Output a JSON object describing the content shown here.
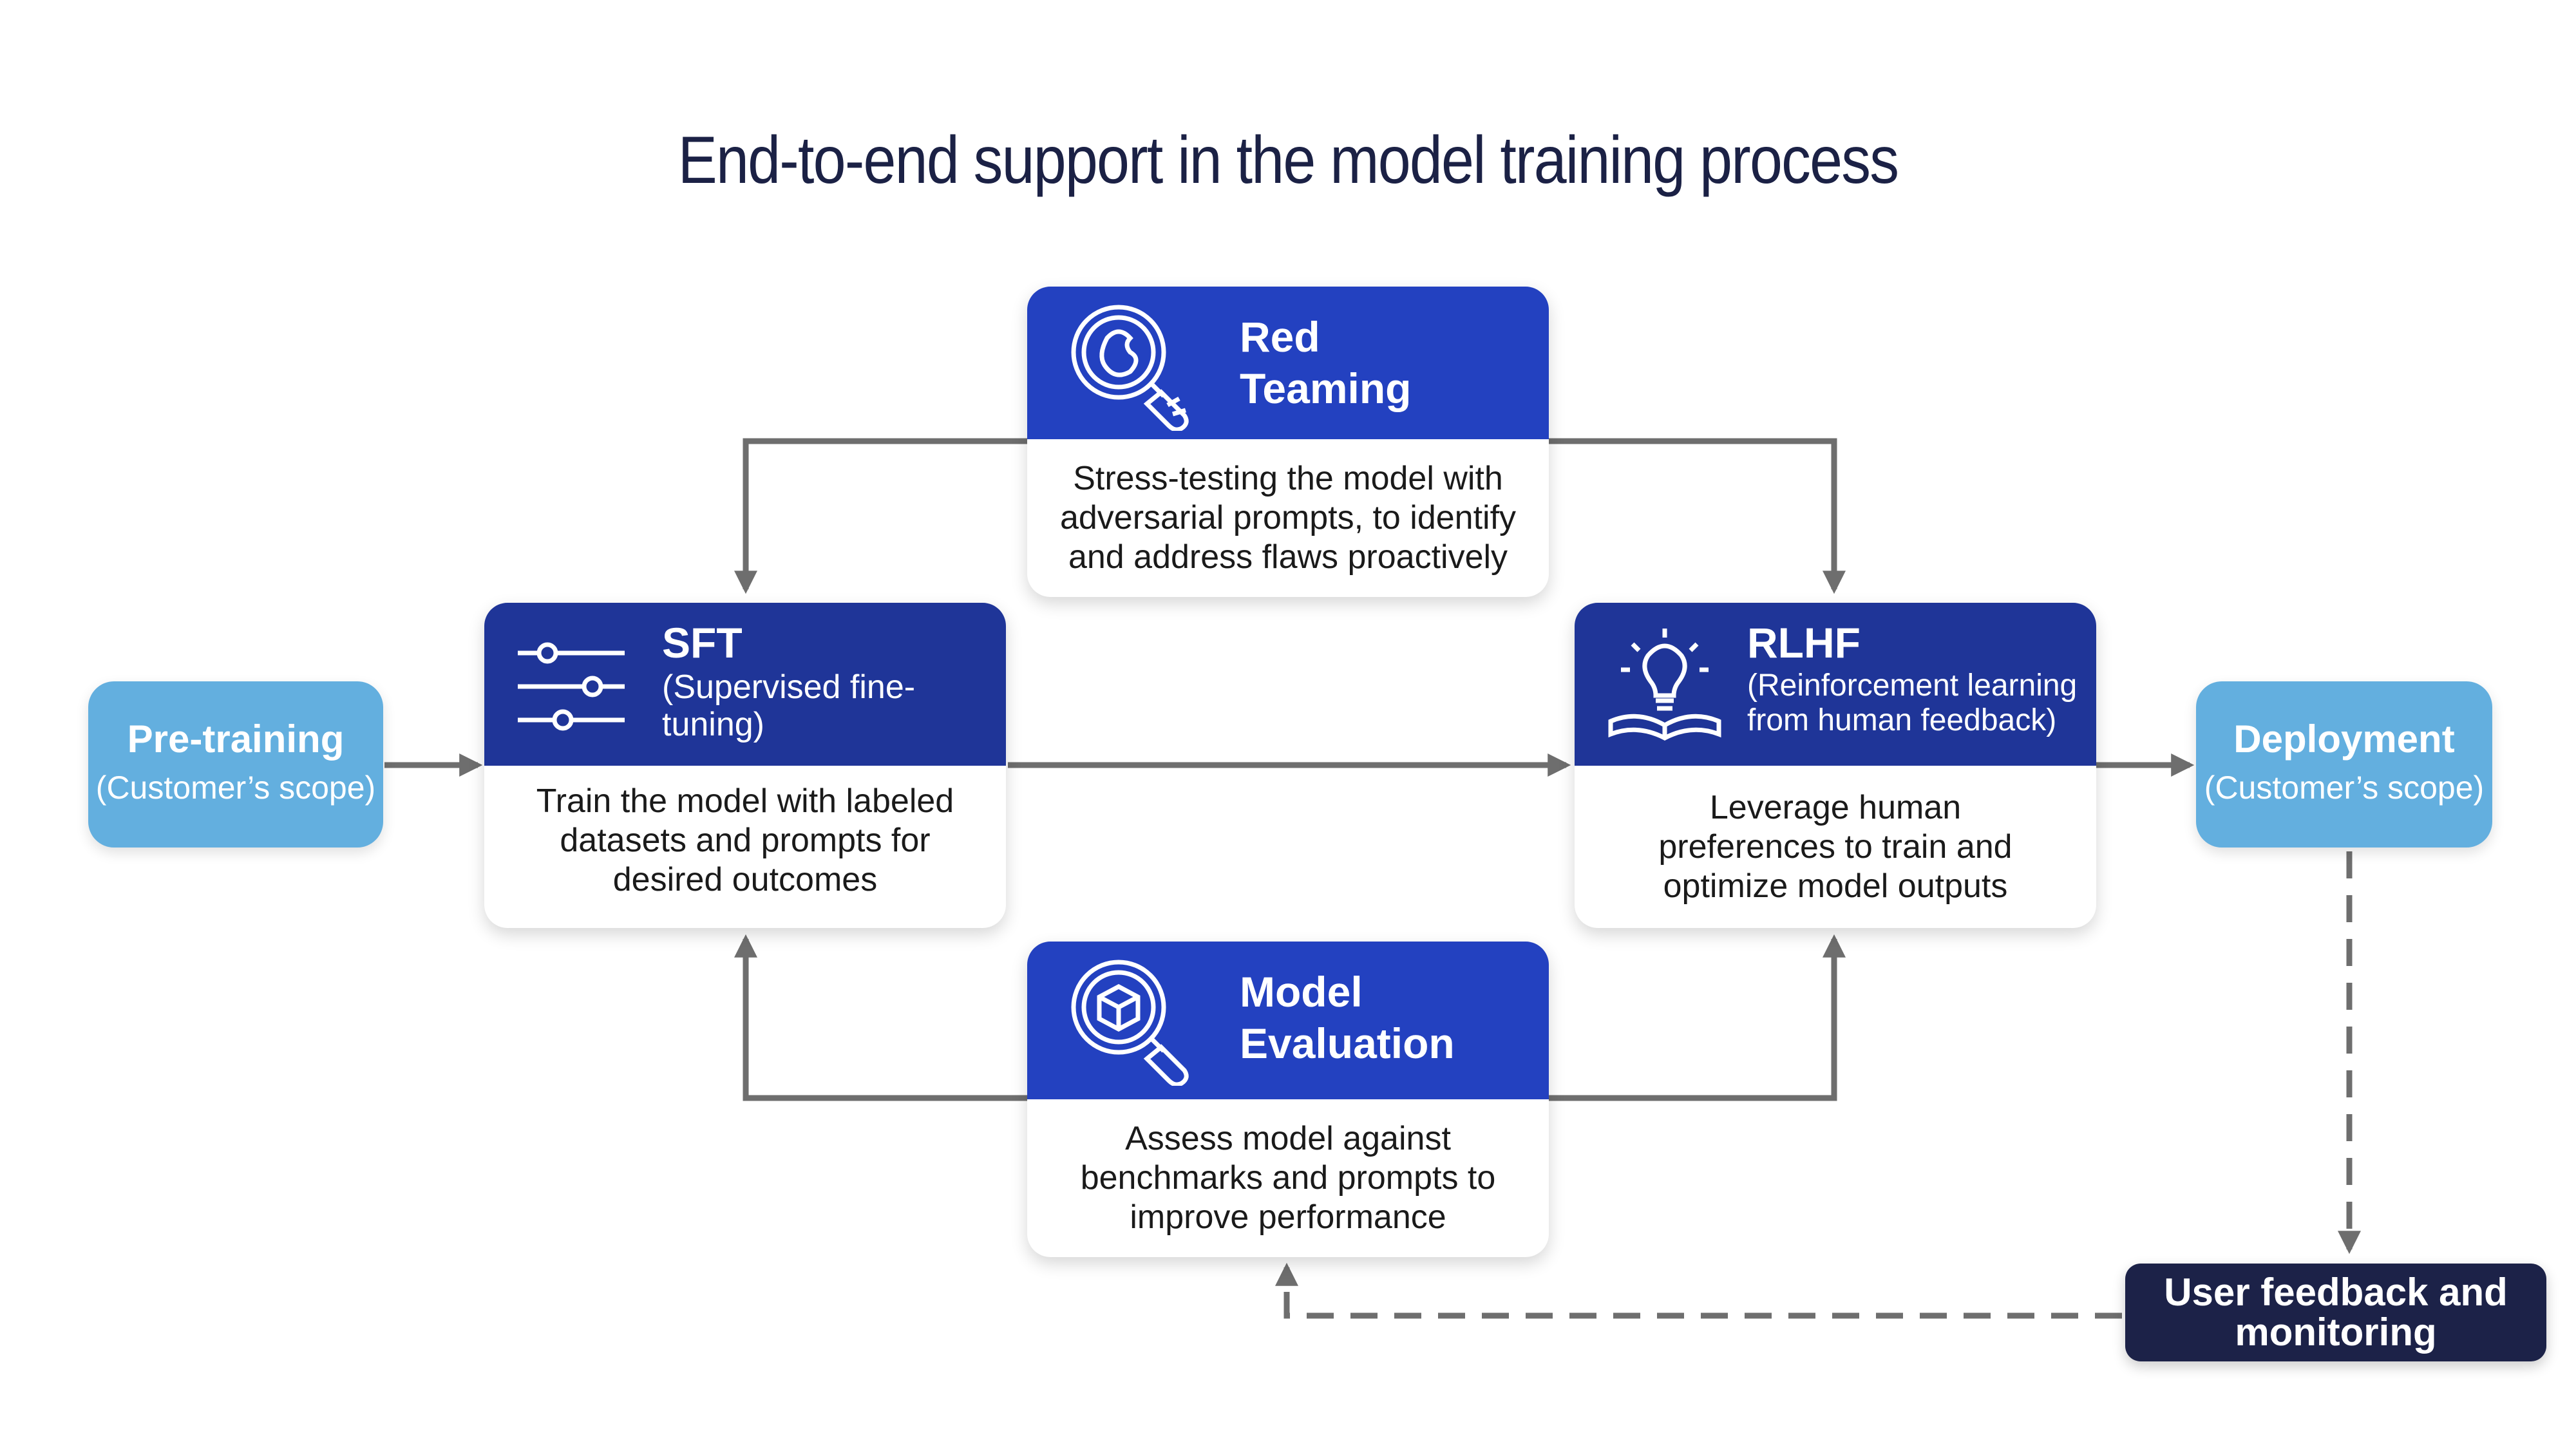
{
  "title": "End-to-end support in the model training process",
  "colors": {
    "title": "#1b2145",
    "card_header_dark": "#1f3598",
    "card_header_blue": "#2341c0",
    "pill": "#63afdf",
    "feedback_box": "#1c2248",
    "connector": "#6e6e6e"
  },
  "pretraining": {
    "label": "Pre-training",
    "sublabel": "(Customer’s scope)"
  },
  "deployment": {
    "label": "Deployment",
    "sublabel": "(Customer’s scope)"
  },
  "sft": {
    "icon": "sliders-icon",
    "title": "SFT",
    "subtitle": "(Supervised fine-tuning)",
    "description": "Train the model with labeled datasets and prompts for desired outcomes"
  },
  "red_teaming": {
    "icon": "magnifier-bug-icon",
    "title": "Red Teaming",
    "description": "Stress-testing the model with adversarial prompts, to identify and address flaws proactively"
  },
  "rlhf": {
    "icon": "lightbulb-book-icon",
    "title": "RLHF",
    "subtitle": "(Reinforcement learning from human feedback)",
    "description": "Leverage human preferences to train and optimize model outputs"
  },
  "model_evaluation": {
    "icon": "magnifier-cube-icon",
    "title": "Model Evaluation",
    "description": "Assess model against benchmarks and prompts to improve performance"
  },
  "user_feedback": {
    "label": "User feedback and monitoring"
  }
}
